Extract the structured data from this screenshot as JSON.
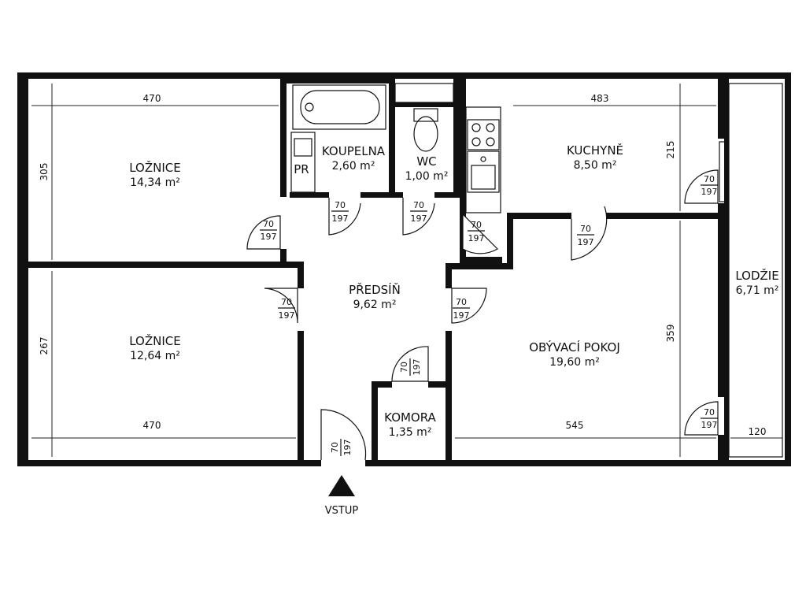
{
  "rooms": {
    "loznice_1": {
      "name": "LOŽNICE",
      "area": "14,34 m²"
    },
    "loznice_2": {
      "name": "LOŽNICE",
      "area": "12,64 m²"
    },
    "koupelna": {
      "name": "KOUPELNA",
      "area": "2,60 m²"
    },
    "wc": {
      "name": "WC",
      "area": "1,00 m²"
    },
    "kuchyne": {
      "name": "KUCHYNĚ",
      "area": "8,50 m²"
    },
    "predsin": {
      "name": "PŘEDSÍŇ",
      "area": "9,62 m²"
    },
    "obyvaci": {
      "name": "OBÝVACÍ POKOJ",
      "area": "19,60 m²"
    },
    "komora": {
      "name": "KOMORA",
      "area": "1,35 m²"
    },
    "lodzie": {
      "name": "LODŽIE",
      "area": "6,71 m²"
    }
  },
  "pr_label": "PR",
  "dimensions": {
    "loznice_1_width": "470",
    "loznice_1_depth": "305",
    "loznice_2_width": "470",
    "loznice_2_depth": "267",
    "kuchyne_width": "483",
    "kuchyne_depth": "215",
    "obyvaci_width": "545",
    "obyvaci_depth": "359",
    "lodzie_width": "120"
  },
  "door": {
    "width": "70",
    "height": "197"
  },
  "entrance_label": "VSTUP"
}
